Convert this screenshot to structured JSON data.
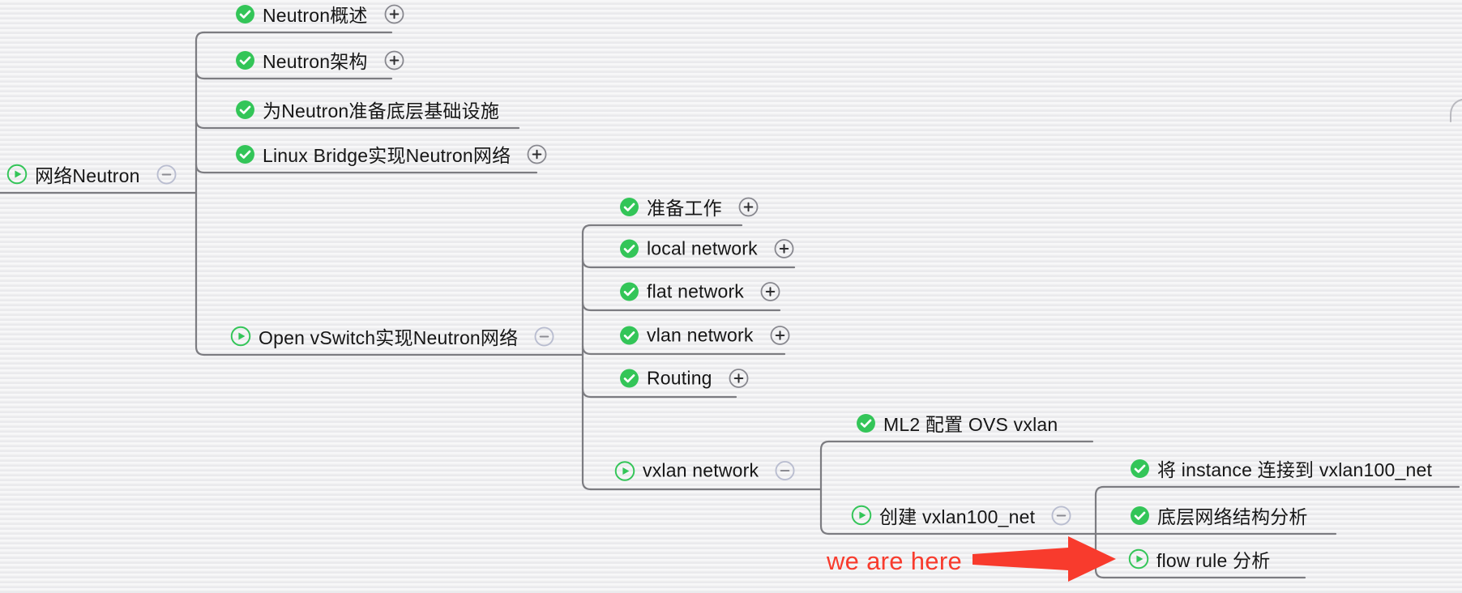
{
  "colors": {
    "background": "#efeff1",
    "branch_line": "#7c7c81",
    "node_text": "#161616",
    "status_green": "#33c558",
    "toggle_ring_gray": "#87878e",
    "toggle_glyph_dark": "#2e2e30",
    "collapse_ring_light": "#b9bdd0",
    "collapse_glyph_gray": "#8b8b92",
    "annotation_red": "#f83b2d"
  },
  "nodes": [
    {
      "label": "网络Neutron",
      "status": "in-progress",
      "toggle": "collapse"
    },
    {
      "label": "Neutron概述",
      "status": "done",
      "toggle": "expand"
    },
    {
      "label": "Neutron架构",
      "status": "done",
      "toggle": "expand"
    },
    {
      "label": "为Neutron准备底层基础设施",
      "status": "done",
      "toggle": "none"
    },
    {
      "label": "Linux Bridge实现Neutron网络",
      "status": "done",
      "toggle": "expand"
    },
    {
      "label": "Open vSwitch实现Neutron网络",
      "status": "in-progress",
      "toggle": "collapse"
    },
    {
      "label": "准备工作",
      "status": "done",
      "toggle": "expand"
    },
    {
      "label": "local network",
      "status": "done",
      "toggle": "expand"
    },
    {
      "label": "flat network",
      "status": "done",
      "toggle": "expand"
    },
    {
      "label": "vlan network",
      "status": "done",
      "toggle": "expand"
    },
    {
      "label": "Routing",
      "status": "done",
      "toggle": "expand"
    },
    {
      "label": "vxlan network",
      "status": "in-progress",
      "toggle": "collapse"
    },
    {
      "label": "ML2 配置 OVS vxlan",
      "status": "done",
      "toggle": "none"
    },
    {
      "label": "创建 vxlan100_net",
      "status": "in-progress",
      "toggle": "collapse"
    },
    {
      "label": "将 instance 连接到 vxlan100_net",
      "status": "done",
      "toggle": "none"
    },
    {
      "label": "底层网络结构分析",
      "status": "done",
      "toggle": "none"
    },
    {
      "label": "flow rule 分析",
      "status": "in-progress",
      "toggle": "none"
    }
  ],
  "annotation": {
    "label": "we are here"
  }
}
